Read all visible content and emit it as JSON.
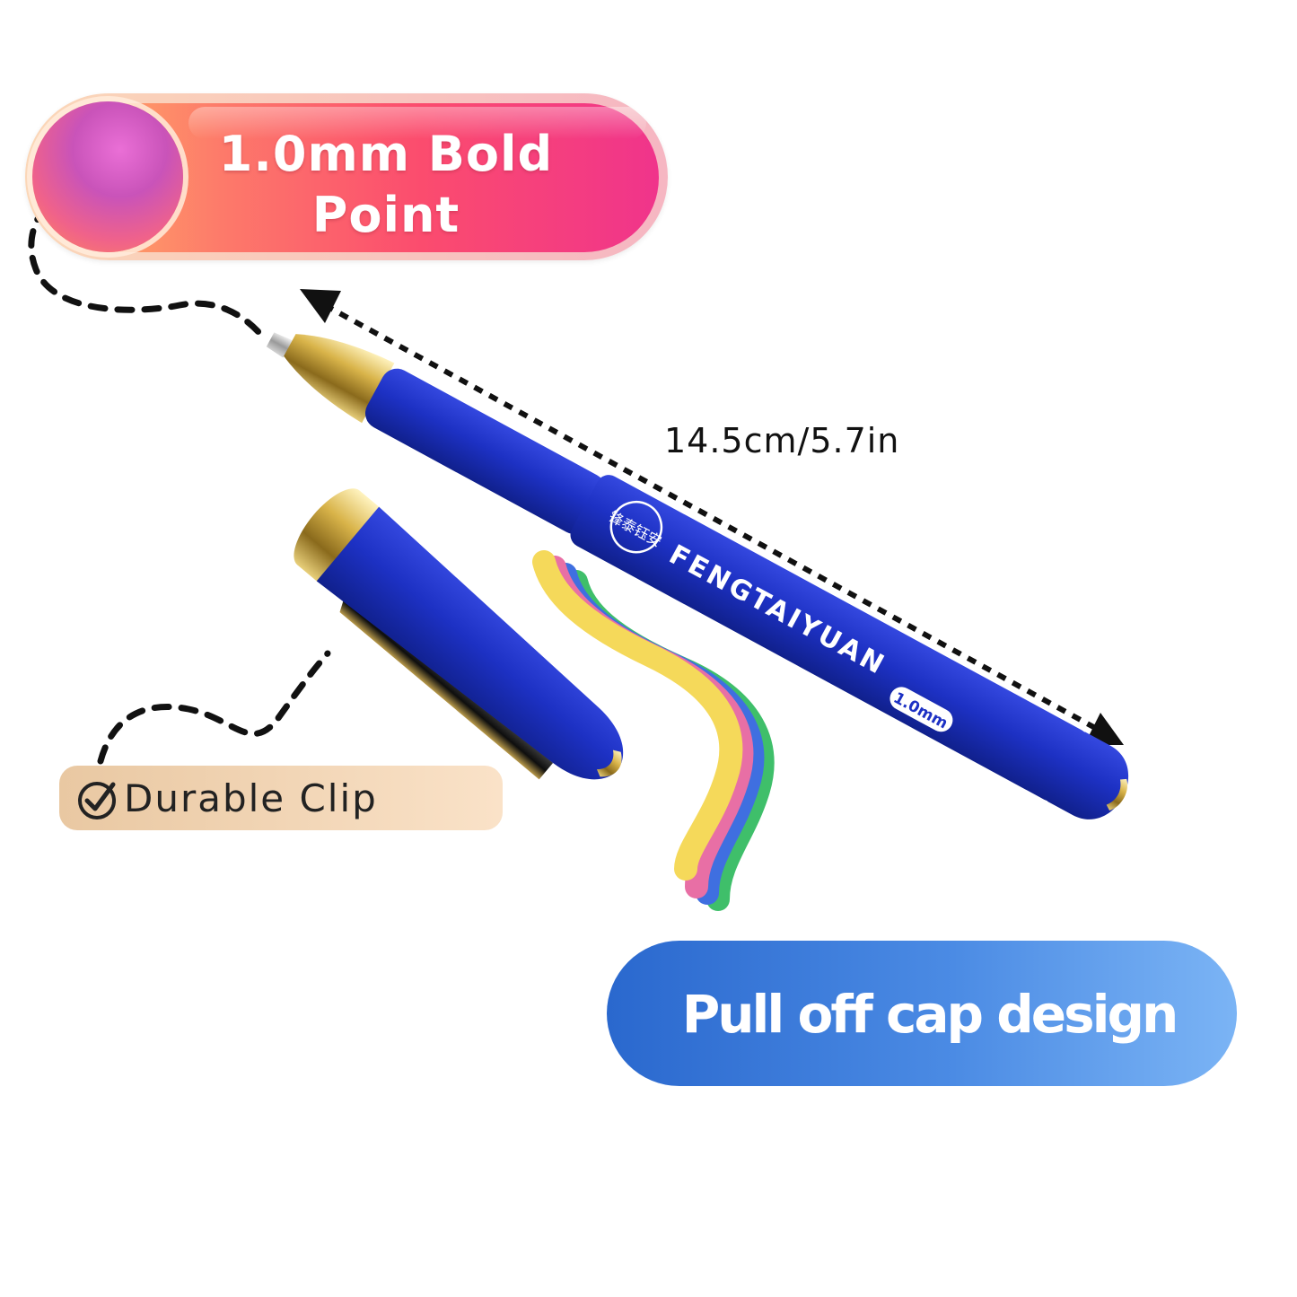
{
  "callouts": {
    "point_label": "1.0mm Bold Point",
    "clip_label": "Durable Clip",
    "cap_label": "Pull off cap design",
    "length_label": "14.5cm/5.7in"
  },
  "pen": {
    "brand": "FENGTAIYUAN",
    "size_marking": "1.0mm",
    "logo_text": "锋泰钰安"
  },
  "colors": {
    "pen_body": "#1d31c4",
    "trim_gold": "#d9b44a",
    "point_pill": "#fb4c6e",
    "cap_pill": "#3f7fdc",
    "clip_badge": "#f3d6b5",
    "ink_swatches": [
      "#f5d95a",
      "#e86fa5",
      "#3f6fe0",
      "#3fbf6a"
    ]
  },
  "icons": [
    "check-circle-icon",
    "double-arrow-icon",
    "dashed-leader-line"
  ]
}
